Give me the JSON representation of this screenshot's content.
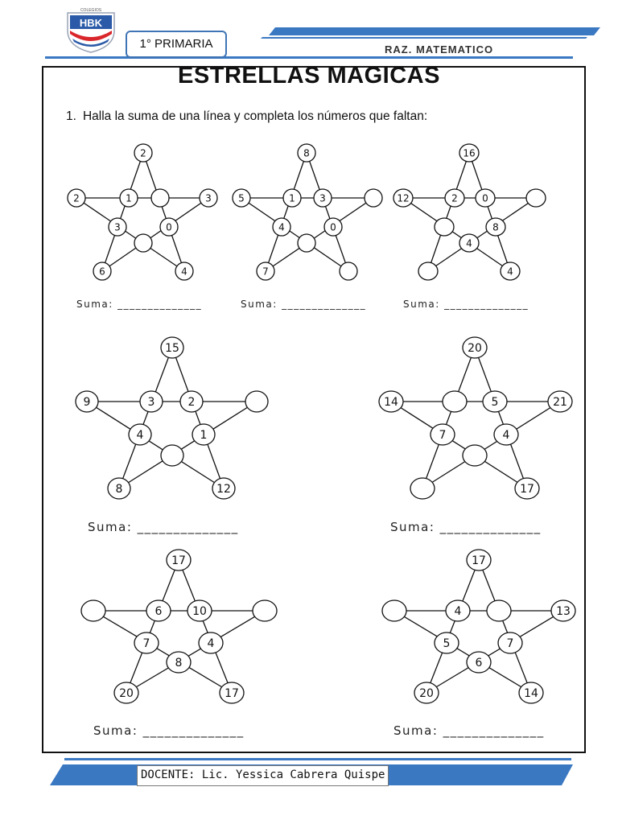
{
  "header": {
    "logo_text": "HBK",
    "logo_small_text": "COLEGIOS",
    "grade": "1° PRIMARIA",
    "subject": "RAZ. MATEMATICO",
    "accent_color": "#3a78c2"
  },
  "title": "ESTRELLAS MAGICAS",
  "instruction": {
    "number": "1.",
    "text": "Halla la suma de una línea y completa los números que faltan:"
  },
  "suma_label": "Suma: ______________",
  "stars": [
    {
      "id": "star-1",
      "nodes": [
        "2",
        "2",
        "1",
        "",
        "3",
        "3",
        "0",
        "",
        "6",
        "4"
      ]
    },
    {
      "id": "star-2",
      "nodes": [
        "8",
        "5",
        "1",
        "3",
        "",
        "4",
        "0",
        "",
        "7",
        ""
      ]
    },
    {
      "id": "star-3",
      "nodes": [
        "16",
        "12",
        "2",
        "0",
        "",
        "",
        "8",
        "4",
        "",
        "4"
      ]
    },
    {
      "id": "star-4",
      "nodes": [
        "15",
        "9",
        "3",
        "2",
        "",
        "4",
        "1",
        "",
        "8",
        "12"
      ]
    },
    {
      "id": "star-5",
      "nodes": [
        "20",
        "14",
        "",
        "5",
        "21",
        "7",
        "4",
        "",
        "",
        "17"
      ]
    },
    {
      "id": "star-6",
      "nodes": [
        "17",
        "",
        "6",
        "10",
        "",
        "7",
        "4",
        "8",
        "20",
        "17"
      ]
    },
    {
      "id": "star-7",
      "nodes": [
        "17",
        "",
        "4",
        "",
        "13",
        "5",
        "7",
        "6",
        "20",
        "14"
      ]
    }
  ],
  "footer": {
    "teacher": "DOCENTE: Lic. Yessica Cabrera Quispe"
  }
}
